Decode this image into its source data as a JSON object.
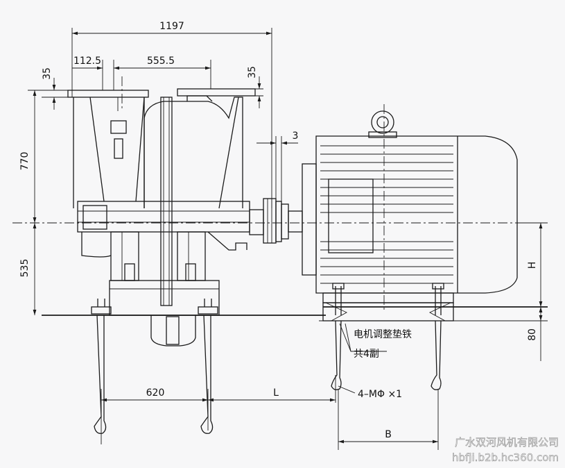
{
  "dimensions": {
    "overall_width": "1197",
    "left_offset": "112.5",
    "center_span": "555.5",
    "flange_left": "35",
    "flange_right": "35",
    "coupling_gap": "3",
    "height_upper": "770",
    "height_lower": "535",
    "base_span": "620",
    "span_l": "L",
    "motor_height": "H",
    "pad_height": "80",
    "motor_base": "B"
  },
  "labels": {
    "shim_note_line1": "电机调整垫铁",
    "shim_note_line2": "共4副",
    "bolt_spec": "4–MΦ ×1"
  },
  "watermark": {
    "company": "广水双河风机有限公司",
    "site": "hbfji.b2b.hc360.com"
  }
}
